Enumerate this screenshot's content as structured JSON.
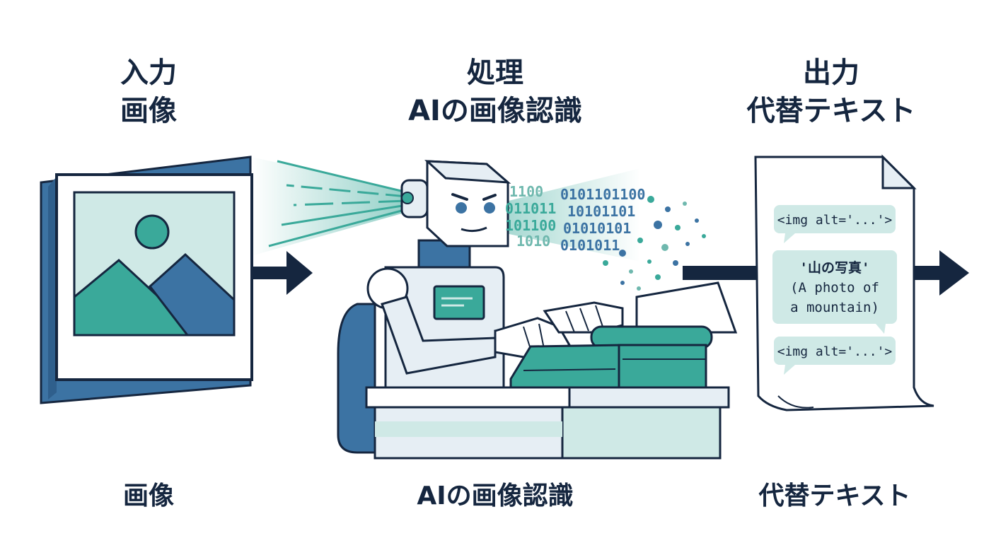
{
  "input": {
    "heading_line1": "入力",
    "heading_line2": "画像",
    "caption": "画像"
  },
  "process": {
    "heading_line1": "処理",
    "heading_line2": "AIの画像認識",
    "caption": "AIの画像認識"
  },
  "output": {
    "heading_line1": "出力",
    "heading_line2": "代替テキスト",
    "caption": "代替テキスト"
  },
  "binary": {
    "line1": "0101101100",
    "line2": "10101101",
    "line3": "01010101",
    "line4": "0101011",
    "left1": "1100",
    "left2": "011011",
    "left3": "101100",
    "left4": "1010"
  },
  "document": {
    "tag_top": "<img alt='...'>",
    "main_line1": "'山の写真'",
    "main_line2": "(A photo of",
    "main_line3": "a mountain)",
    "tag_bottom": "<img alt='...'>"
  },
  "colors": {
    "navy": "#15263f",
    "teal": "#3aa99a",
    "blue": "#3c73a3",
    "light_teal": "#cfe9e6",
    "pale_blue": "#e6eef4"
  }
}
